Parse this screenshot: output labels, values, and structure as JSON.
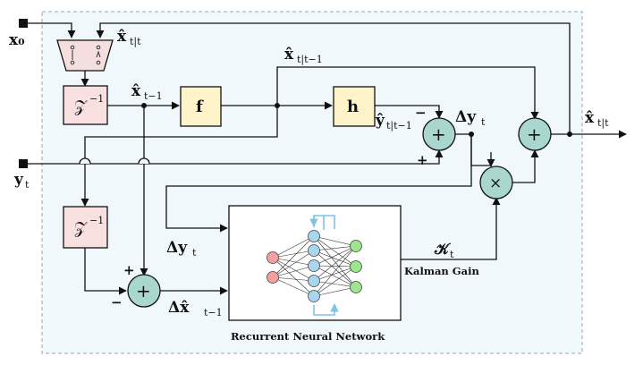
{
  "colors": {
    "panel": "#f1f8fc",
    "panel_border": "#8ea7b8",
    "delay_fill": "#f9e0e0",
    "func_fill": "#fff4c9",
    "op_fill": "#a9d7cf",
    "node_in": "#f2a0a0",
    "node_hidden": "#a9d6ef",
    "node_out": "#9ce68b",
    "loop_arrow": "#7fc3e6"
  },
  "labels": {
    "x0": "x₀",
    "xhat_tt_top": "x̂",
    "xhat_tt_top_sub": "t|t",
    "xhat_prior": "x̂",
    "xhat_prior_sub": "t|t−1",
    "xhat_prev": "x̂",
    "xhat_prev_sub": "t−1",
    "yhat": "ŷ",
    "yhat_sub": "t|t−1",
    "dy_out": "Δy",
    "dy_out_sub": "t",
    "xhat_tt_out": "x̂",
    "xhat_tt_out_sub": "t|t",
    "y_in": "y",
    "y_in_sub": "t",
    "dy_rnn": "Δy",
    "dy_rnn_sub": "t",
    "dx_rnn": "Δx̂",
    "dx_rnn_sub": "t−1",
    "kt": "𝒦",
    "kt_sub": "t",
    "kalman_gain": "Kalman Gain",
    "rnn_caption": "Recurrent Neural Network"
  },
  "blocks": {
    "z_inv_top": "𝒵",
    "z_inv_top_sup": "−1",
    "z_inv_bottom": "𝒵",
    "z_inv_bottom_sup": "−1",
    "f": "f",
    "h": "h",
    "sum_plus": "+",
    "mult": "×"
  },
  "signs": {
    "sum1_minus": "−",
    "sum1_plus": "+",
    "sum3_plus": "+",
    "sum3_minus": "−"
  },
  "icons": [
    "switch-icon",
    "neural-network-icon"
  ]
}
